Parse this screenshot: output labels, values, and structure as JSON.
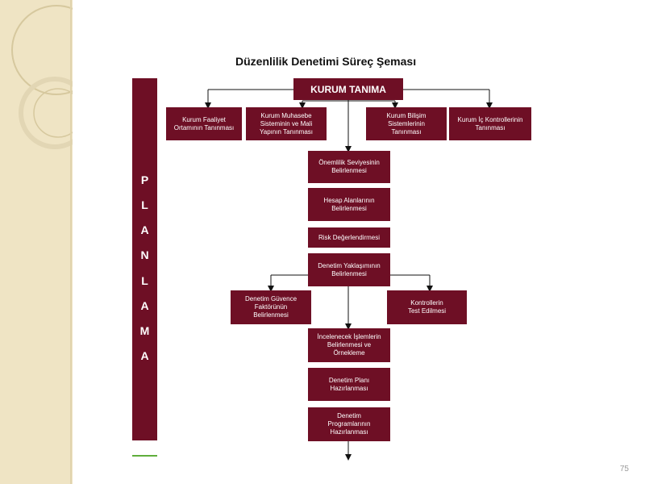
{
  "title": "Düzenlilik  Denetimi Süreç Şeması",
  "phase_letters": [
    "P",
    "L",
    "A",
    "N",
    "L",
    "A",
    "M",
    "A"
  ],
  "boxes": {
    "kurum_tanima": "KURUM TANIMA",
    "faaliyet": "Kurum Faaliyet\nOrtamının Tanınması",
    "muhasebe": "Kurum Muhasebe\nSisteminin ve Mali\nYapının Tanınması",
    "bilisim": "Kurum Bilişim\nSistemlerinin\nTanınması",
    "ic_kontrol": "Kurum İç Kontrollerinin\nTanınması",
    "onemlilik": "Önemlilik Seviyesinin\nBelirlenmesi",
    "hesap": "Hesap Alanlarının\nBelirlenmesi",
    "risk": "Risk Değerlendirmesi",
    "yaklasim": "Denetim Yaklaşımının\nBelirlenmesi",
    "guvence": "Denetim Güvence\nFaktörünün\nBelirlenmesi",
    "kontroller": "Kontrollerin\nTest Edilmesi",
    "islemler": "İncelenecek İşlemlerin\nBelirlenmesi ve\nÖrnekleme",
    "plan": "Denetim Planı\nHazırlanması",
    "programlar": "Denetim\nProgramlarının\nHazırlanması"
  },
  "page_number": "75",
  "colors": {
    "box": "#6e0f25",
    "sidebar": "#efe4c4",
    "accent_line": "#5fae3c"
  }
}
